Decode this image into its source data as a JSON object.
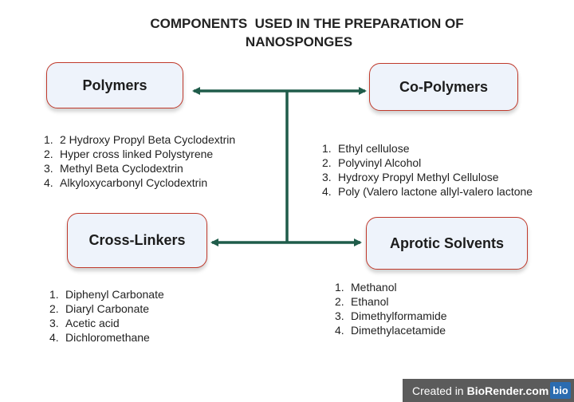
{
  "title": {
    "line1": "COMPONENTS  USED IN THE PREPARATION OF",
    "line2": "NANOSPONGES"
  },
  "colors": {
    "arrow": "#1f5c4a",
    "box_border": "#c0392b",
    "box_fill": "#eef3fb"
  },
  "boxes": {
    "polymers": "Polymers",
    "copolymers": "Co-Polymers",
    "crosslinkers": "Cross-Linkers",
    "aprotic": "Aprotic Solvents"
  },
  "lists": {
    "polymers": [
      {
        "num": "1.",
        "text": "2 Hydroxy Propyl Beta Cyclodextrin"
      },
      {
        "num": "2.",
        "text": "Hyper cross linked Polystyrene"
      },
      {
        "num": "3.",
        "text": "Methyl Beta Cyclodextrin"
      },
      {
        "num": "4.",
        "text": "Alkyloxycarbonyl Cyclodextrin"
      }
    ],
    "copolymers": [
      {
        "num": "1.",
        "text": "Ethyl cellulose"
      },
      {
        "num": "2.",
        "text": "Polyvinyl Alcohol"
      },
      {
        "num": "3.",
        "text": "Hydroxy Propyl Methyl Cellulose"
      },
      {
        "num": "4.",
        "text": "Poly (Valero lactone allyl-valero lactone"
      }
    ],
    "crosslinkers": [
      {
        "num": "1.",
        "text": "Diphenyl Carbonate"
      },
      {
        "num": "2.",
        "text": "Diaryl Carbonate"
      },
      {
        "num": "3.",
        "text": "Acetic acid"
      },
      {
        "num": "4.",
        "text": "Dichloromethane"
      }
    ],
    "aprotic": [
      {
        "num": "1.",
        "text": "Methanol"
      },
      {
        "num": "2.",
        "text": "Ethanol"
      },
      {
        "num": "3.",
        "text": "Dimethylformamide"
      },
      {
        "num": "4.",
        "text": "Dimethylacetamide"
      }
    ]
  },
  "badge": {
    "created": "Created in",
    "brand": "BioRender.com",
    "logo": "bio"
  }
}
